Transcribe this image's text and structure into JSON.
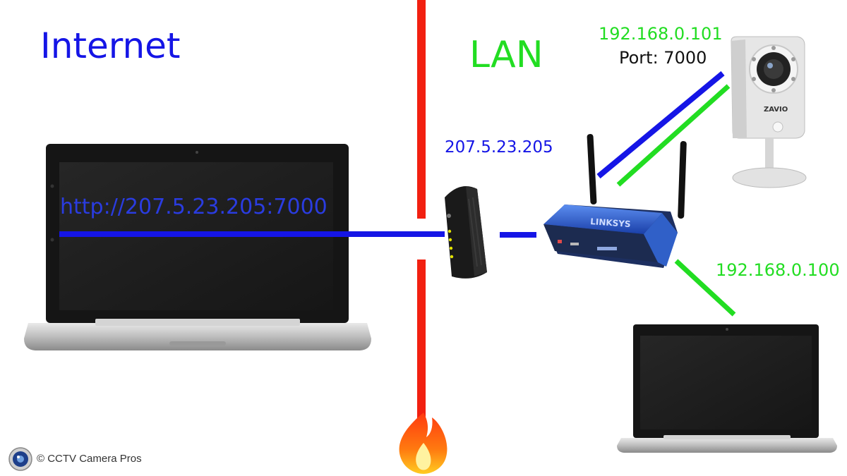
{
  "labels": {
    "internet": "Internet",
    "lan": "LAN",
    "url": "http://207.5.23.205:7000",
    "wan_ip": "207.5.23.205",
    "camera_ip": "192.168.0.101",
    "camera_port": "Port: 7000",
    "laptop_ip": "192.168.0.100",
    "copyright": "© CCTV Camera Pros",
    "router_brand": "LINKSYS",
    "camera_brand": "ZAVIO"
  },
  "colors": {
    "internet_blue": "#1515e6",
    "lan_green": "#22dd22",
    "firewall_red": "#f22010",
    "text_dark": "#111111",
    "url_blue": "#2a3ce0",
    "router_blue": "#2a5fd0",
    "laptop_black": "#1a1a1a",
    "laptop_silver": "#c8c8c8"
  },
  "icons": {
    "firewall": "flame-icon",
    "logo": "camera-lens-logo-icon"
  }
}
